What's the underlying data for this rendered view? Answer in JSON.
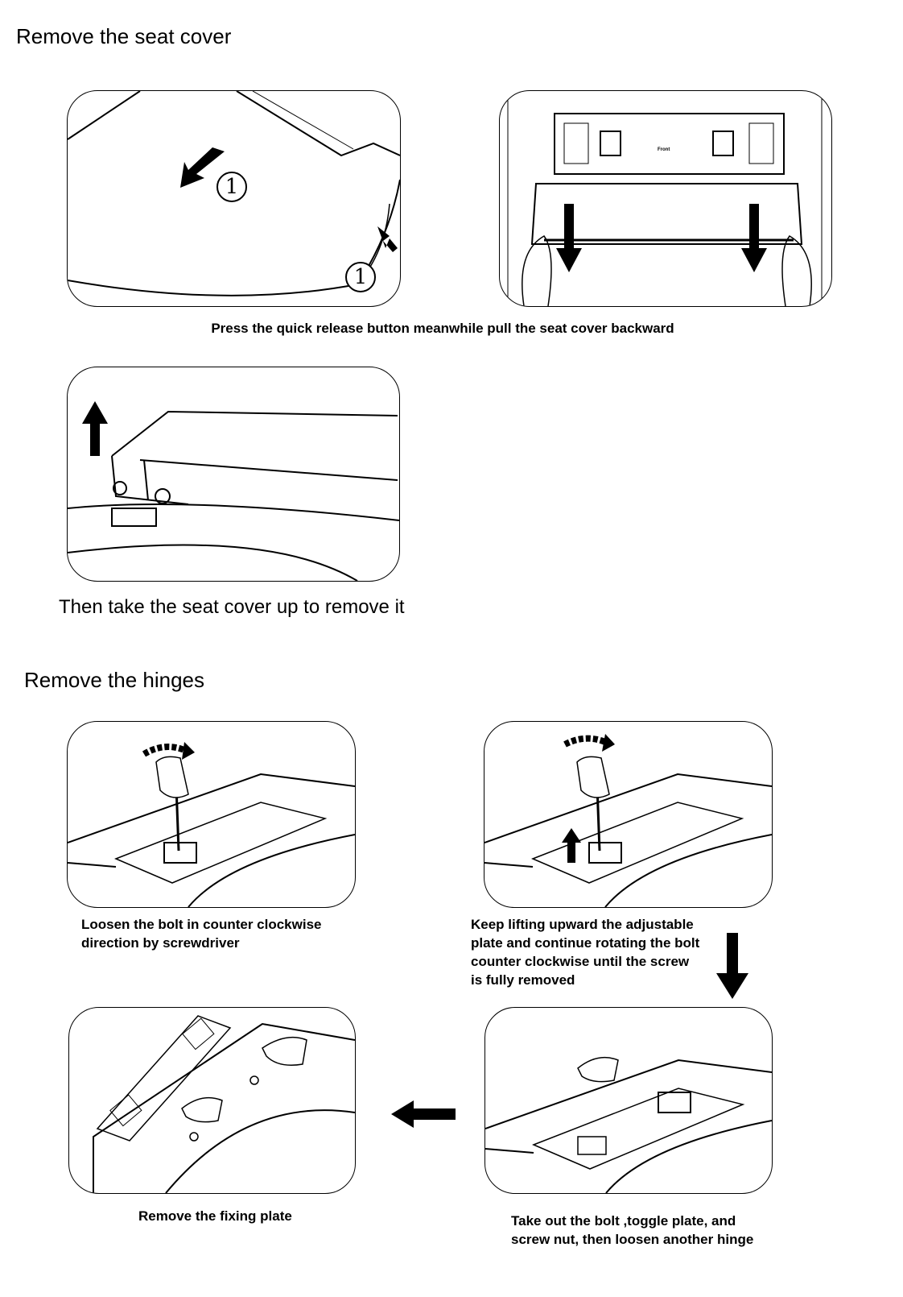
{
  "section1": {
    "title": "Remove the seat cover",
    "figure1_step": "1",
    "figure1_step2": "1",
    "figure2_label": "Front",
    "caption1": "Press the quick release button meanwhile pull the seat cover backward",
    "caption2": "Then take the seat cover up to remove it"
  },
  "section2": {
    "title": "Remove the hinges",
    "step1": [
      "Loosen the bolt in counter clockwise",
      "direction by screwdriver"
    ],
    "step2": [
      "Keep lifting upward the adjustable",
      "plate and continue rotating the bolt",
      "counter clockwise until the screw",
      "is fully removed"
    ],
    "step3": [
      "Remove the fixing plate"
    ],
    "step4": [
      "Take out the bolt ,toggle plate, and",
      "screw nut, then loosen another hinge"
    ]
  }
}
